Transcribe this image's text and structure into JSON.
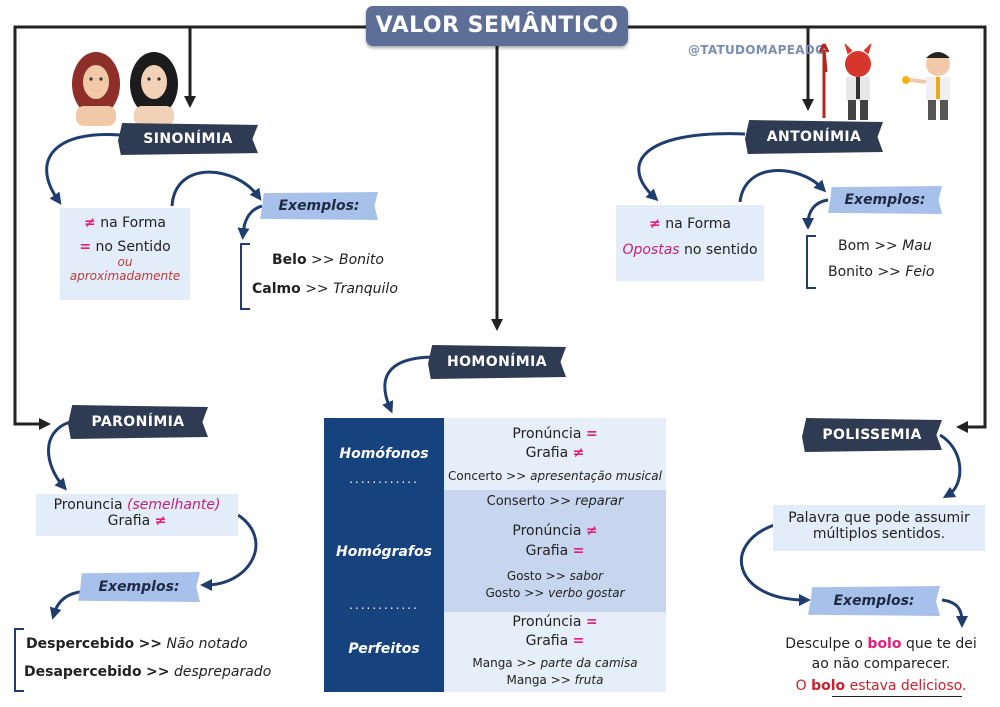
{
  "title": "VALOR SEMÂNTICO",
  "handle": "@TATUDOMAPEADO",
  "sinonimia": {
    "label": "SINONÍMIA",
    "line1_sym": "≠",
    "line1_text": "na Forma",
    "line2_sym": "=",
    "line2_text": "no Sentido",
    "line3": "ou",
    "line4": "aproximadamente",
    "examples_label": "Exemplos:",
    "ex1_word": "Belo",
    "ex1_sep": ">>",
    "ex1_meaning": "Bonito",
    "ex2_word": "Calmo",
    "ex2_sep": ">>",
    "ex2_meaning": "Tranquilo"
  },
  "antonimia": {
    "label": "ANTONÍMIA",
    "line1_sym": "≠",
    "line1_text": "na Forma",
    "line2_em": "Opostas",
    "line2_text": "no sentido",
    "examples_label": "Exemplos:",
    "ex1_word": "Bom",
    "ex1_sep": ">>",
    "ex1_meaning": "Mau",
    "ex2_word": "Bonito",
    "ex2_sep": ">>",
    "ex2_meaning": "Feio"
  },
  "paronimia": {
    "label": "PARONÍMIA",
    "line1_text": "Pronuncia",
    "line1_em": "(semelhante)",
    "line2_text": "Grafia",
    "line2_sym": "≠",
    "examples_label": "Exemplos:",
    "ex1_word": "Despercebido",
    "ex1_sep": ">>",
    "ex1_meaning": "Não notado",
    "ex2_word": "Desapercebido",
    "ex2_sep": ">>",
    "ex2_meaning": "despreparado"
  },
  "homonimia": {
    "label": "HOMONÍMIA",
    "dots": "............",
    "homofonos": {
      "label": "Homófonos",
      "l1_text": "Pronúncia",
      "l1_sym": "=",
      "l2_text": "Grafia",
      "l2_sym": "≠",
      "ex1_word": "Concerto",
      "ex1_sep": ">>",
      "ex1_meaning": "apresentação musical",
      "ex2_word": "Conserto",
      "ex2_sep": ">>",
      "ex2_meaning": "reparar"
    },
    "homografos": {
      "label": "Homógrafos",
      "l1_text": "Pronúncia",
      "l1_sym": "≠",
      "l2_text": "Grafia",
      "l2_sym": "=",
      "ex1_word": "Gosto",
      "ex1_sep": ">>",
      "ex1_meaning": "sabor",
      "ex2_word": "Gosto",
      "ex2_sep": ">>",
      "ex2_meaning": "verbo gostar"
    },
    "perfeitos": {
      "label": "Perfeitos",
      "l1_text": "Pronúncia",
      "l1_sym": "=",
      "l2_text": "Grafia",
      "l2_sym": "=",
      "ex1_word": "Manga",
      "ex1_sep": ">>",
      "ex1_meaning": "parte da camisa",
      "ex2_word": "Manga",
      "ex2_sep": ">>",
      "ex2_meaning": "fruta"
    }
  },
  "polissemia": {
    "label": "POLISSEMIA",
    "def1": "Palavra que pode assumir",
    "def2": "múltiplos sentidos.",
    "examples_label": "Exemplos:",
    "ex1_pre": "Desculpe o",
    "ex1_word": "bolo",
    "ex1_post": "que te dei",
    "ex1_line2": "ao não comparecer.",
    "ex2_pre": "O",
    "ex2_word": "bolo",
    "ex2_post": "estava delicioso."
  },
  "colors": {
    "banner": "#2f3b52",
    "accent_blue": "#16427e",
    "pink": "#e3207a",
    "box_bg": "#e3ecf9",
    "title_bg": "#5d6f96"
  },
  "illustrations": [
    "two-women-illustration",
    "devil-and-angel-men-illustration"
  ]
}
